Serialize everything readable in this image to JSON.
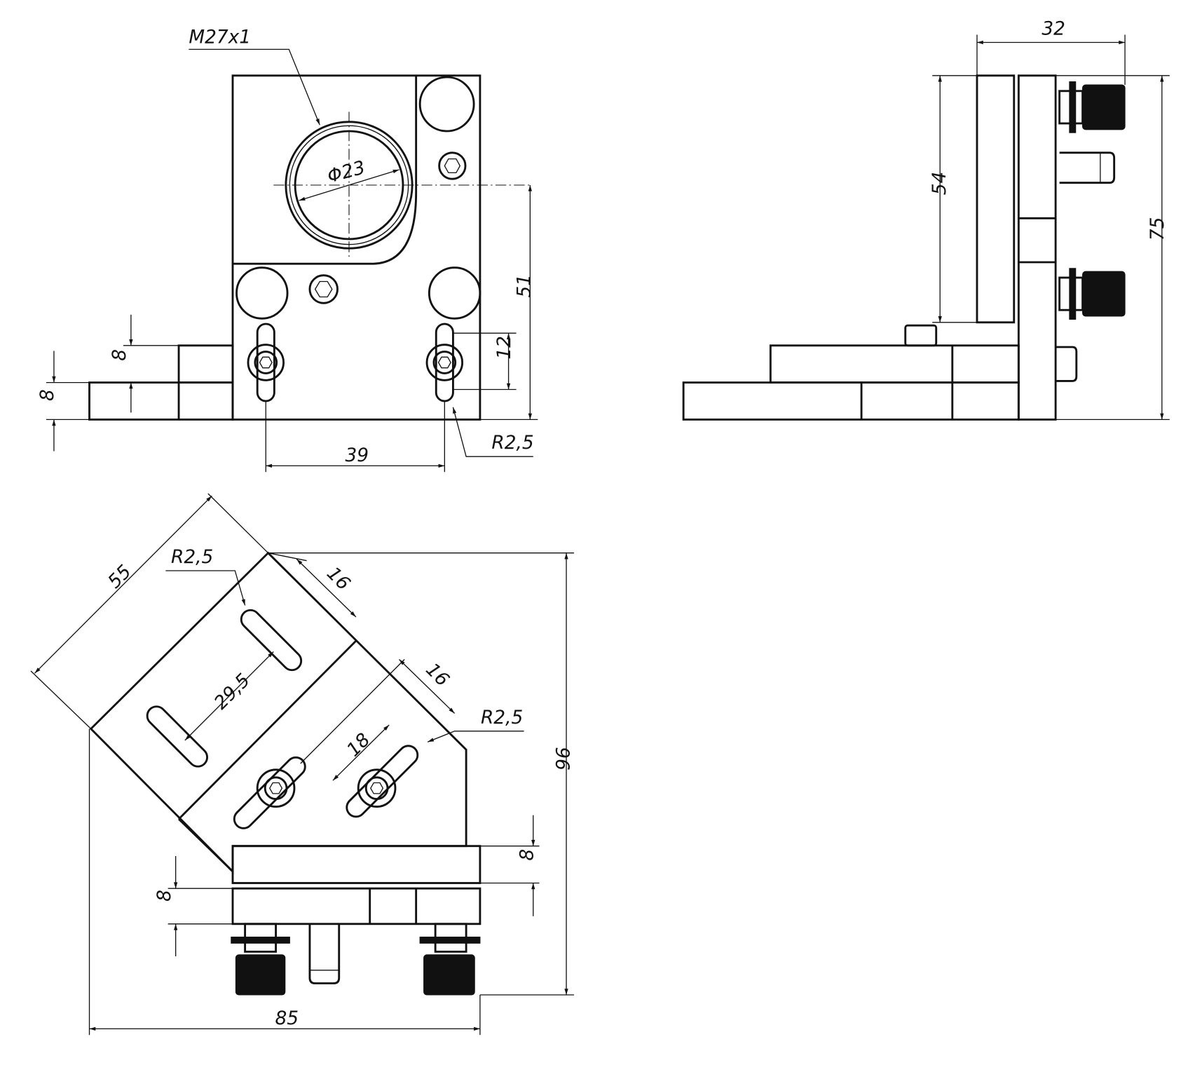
{
  "drawing": {
    "front_view": {
      "thread_label": "M27x1",
      "bore_diameter": "Φ23",
      "step_height_lower": "8",
      "step_height_upper": "8",
      "slot_spacing": "39",
      "slot_length": "12",
      "axis_height": "51",
      "slot_radius": "R2,5"
    },
    "side_view": {
      "depth": "32",
      "plate_height": "54",
      "total_height": "75"
    },
    "top_view": {
      "diagonal_length": "55",
      "slot_radius_1": "R2,5",
      "slot_offset_1": "16",
      "slot_spacing_diag": "29,5",
      "slot_offset_2": "16",
      "slot_radius_2": "R2,5",
      "slot_length": "18",
      "plate_thickness_upper": "8",
      "plate_thickness_lower": "8",
      "total_depth": "96",
      "total_width": "85"
    }
  }
}
